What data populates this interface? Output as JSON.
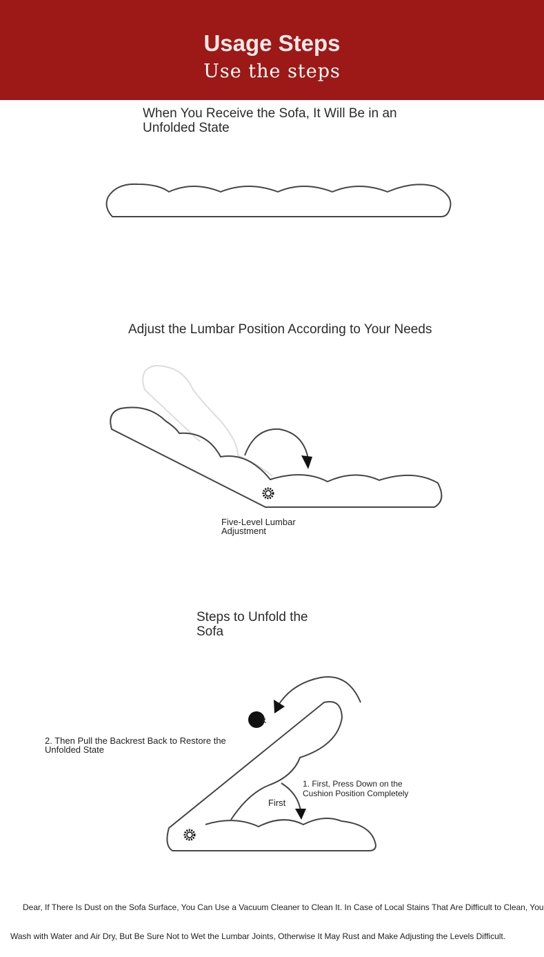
{
  "header": {
    "title": "Usage Steps",
    "subtitle": "Use the steps"
  },
  "steps": [
    {
      "heading": "When You Receive the Sofa, It Will Be in an Unfolded State"
    },
    {
      "heading": "Adjust the Lumbar Position According to Your Needs",
      "label": "Five-Level Lumbar Adjustment"
    },
    {
      "heading": "Steps to Unfold the Sofa",
      "label_back": "2. Then Pull the Backrest Back to Restore the Unfolded State",
      "label_first": "1. First, Press Down on the Cushion Position Completely",
      "first_tag": "First",
      "back_tag": "k"
    }
  ],
  "notes": {
    "line1": "Dear, If There Is Dust on the Sofa Surface, You Can Use a Vacuum Cleaner to Clean It. In Case of Local Stains That Are Difficult to Clean, You Can",
    "line2": "Wash with Water and Air Dry, But Be Sure Not to Wet the Lumbar Joints, Otherwise It May Rust and Make Adjusting the Levels Difficult."
  },
  "colors": {
    "banner": "#9c1917"
  }
}
